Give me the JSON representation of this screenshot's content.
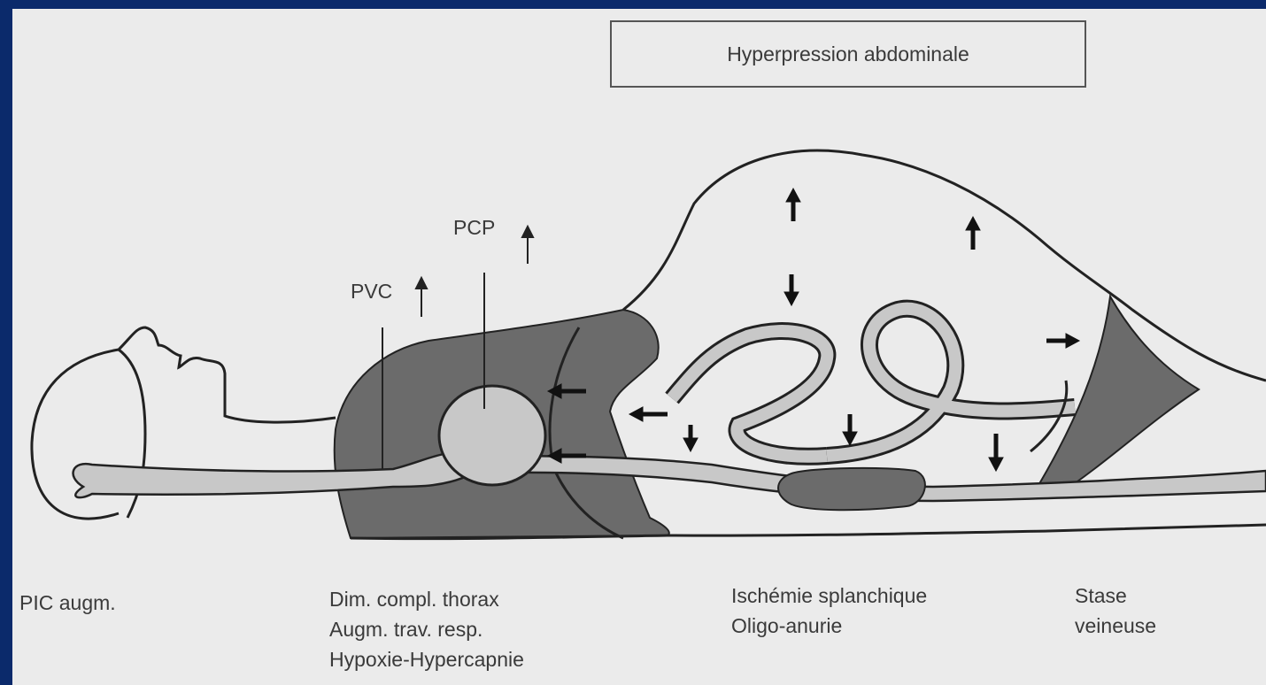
{
  "title": "Hyperpression abdominale",
  "labels": {
    "pcp": "PCP",
    "pvc": "PVC"
  },
  "bottom": {
    "col1": [
      "PIC augm."
    ],
    "col2": [
      "Dim. compl. thorax",
      "Augm. trav. resp.",
      "Hypoxie-Hypercapnie"
    ],
    "col3": [
      "Ischémie splanchique",
      "Oligo-anurie"
    ],
    "col4": [
      "Stase",
      "veineuse"
    ]
  },
  "colors": {
    "background": "#ebebeb",
    "frame": "#0b2a6b",
    "shaded": "#6b6b6b",
    "organ": "#c8c8c8",
    "line": "#222222"
  }
}
